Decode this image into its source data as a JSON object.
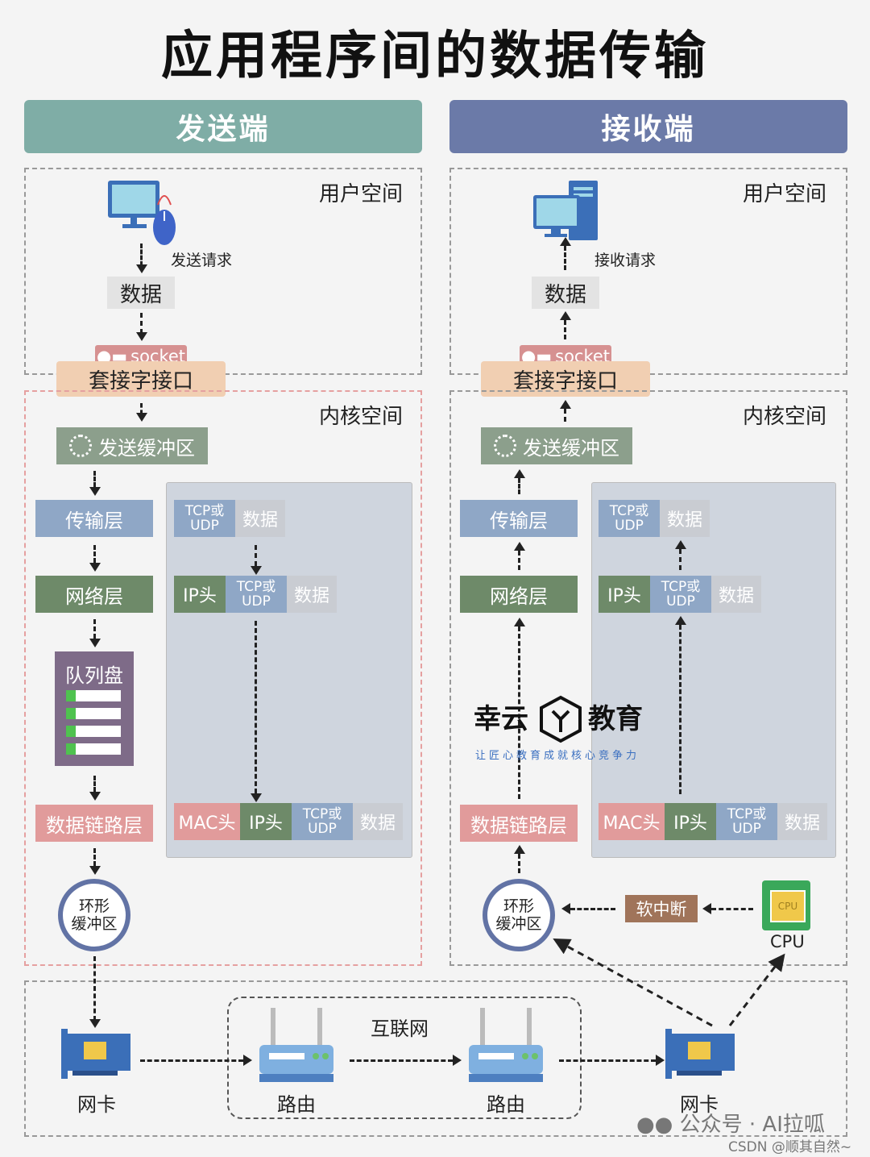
{
  "title": "应用程序间的数据传输",
  "sender": {
    "header": "发送端",
    "user_space": "用户空间",
    "request": "发送请求",
    "data": "数据",
    "socket": "socket",
    "socket_if": "套接字接口",
    "kernel_space": "内核空间",
    "send_buffer": "发送缓冲区",
    "transport": "传输层",
    "network": "网络层",
    "queue": "队列盘",
    "datalink": "数据链路层",
    "ring": "环形\n缓冲区",
    "nic": "网卡"
  },
  "receiver": {
    "header": "接收端",
    "user_space": "用户空间",
    "request": "接收请求",
    "data": "数据",
    "socket": "socket",
    "socket_if": "套接字接口",
    "kernel_space": "内核空间",
    "send_buffer": "发送缓冲区",
    "transport": "传输层",
    "network": "网络层",
    "datalink": "数据链路层",
    "ring": "环形\n缓冲区",
    "soft_irq": "软中断",
    "cpu": "CPU",
    "cpu_chip": "CPU",
    "nic": "网卡"
  },
  "packet": {
    "tcp_udp": "TCP或\nUDP",
    "data": "数据",
    "ip_head": "IP头",
    "mac_head": "MAC头"
  },
  "internet": {
    "label": "互联网",
    "router1": "路由",
    "router2": "路由"
  },
  "watermark": {
    "brand": "幸云",
    "brand2": "教育",
    "slogan": "让匠心教育成就核心竞争力",
    "wechat": "公众号 · AI拉呱",
    "csdn": "CSDN @顺其自然~"
  },
  "colors": {
    "sender_header": "#7fada6",
    "receiver_header": "#6b7aa8"
  }
}
